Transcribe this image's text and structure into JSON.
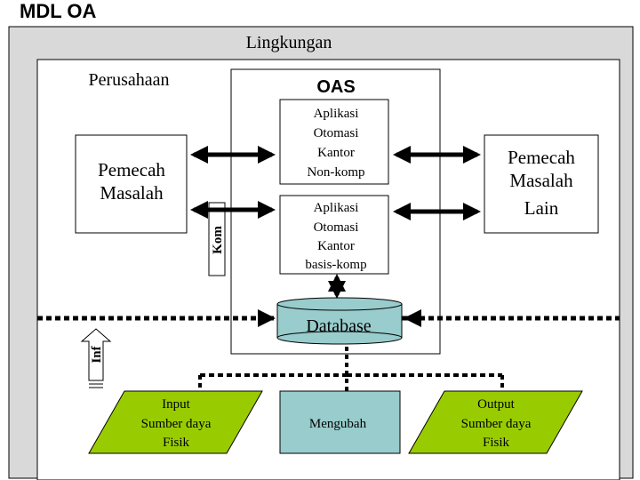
{
  "title": "MDL OA",
  "environment_label": "Lingkungan",
  "company_label": "Perusahaan",
  "oas": {
    "label": "OAS",
    "noncomp_lines": [
      "Aplikasi",
      "Otomasi",
      "Kantor",
      "Non-komp"
    ],
    "comp_lines": [
      "Aplikasi",
      "Otomasi",
      "Kantor",
      "basis-komp"
    ]
  },
  "problem_solver_lines": [
    "Pemecah",
    "Masalah"
  ],
  "other_solver_lines": [
    "Pemecah",
    "Masalah",
    "Lain"
  ],
  "database_label": "Database",
  "kom_label": "Kom",
  "inf_label": "Inf",
  "input_lines": [
    "Input",
    "Sumber daya",
    "Fisik"
  ],
  "transform_label": "Mengubah",
  "output_lines": [
    "Output",
    "Sumber daya",
    "Fisik"
  ],
  "colors": {
    "environment_bg": "#d9d9d9",
    "company_bg": "#ffffff",
    "green": "#99cc00",
    "teal": "#99cccc",
    "arrow": "#000000"
  }
}
